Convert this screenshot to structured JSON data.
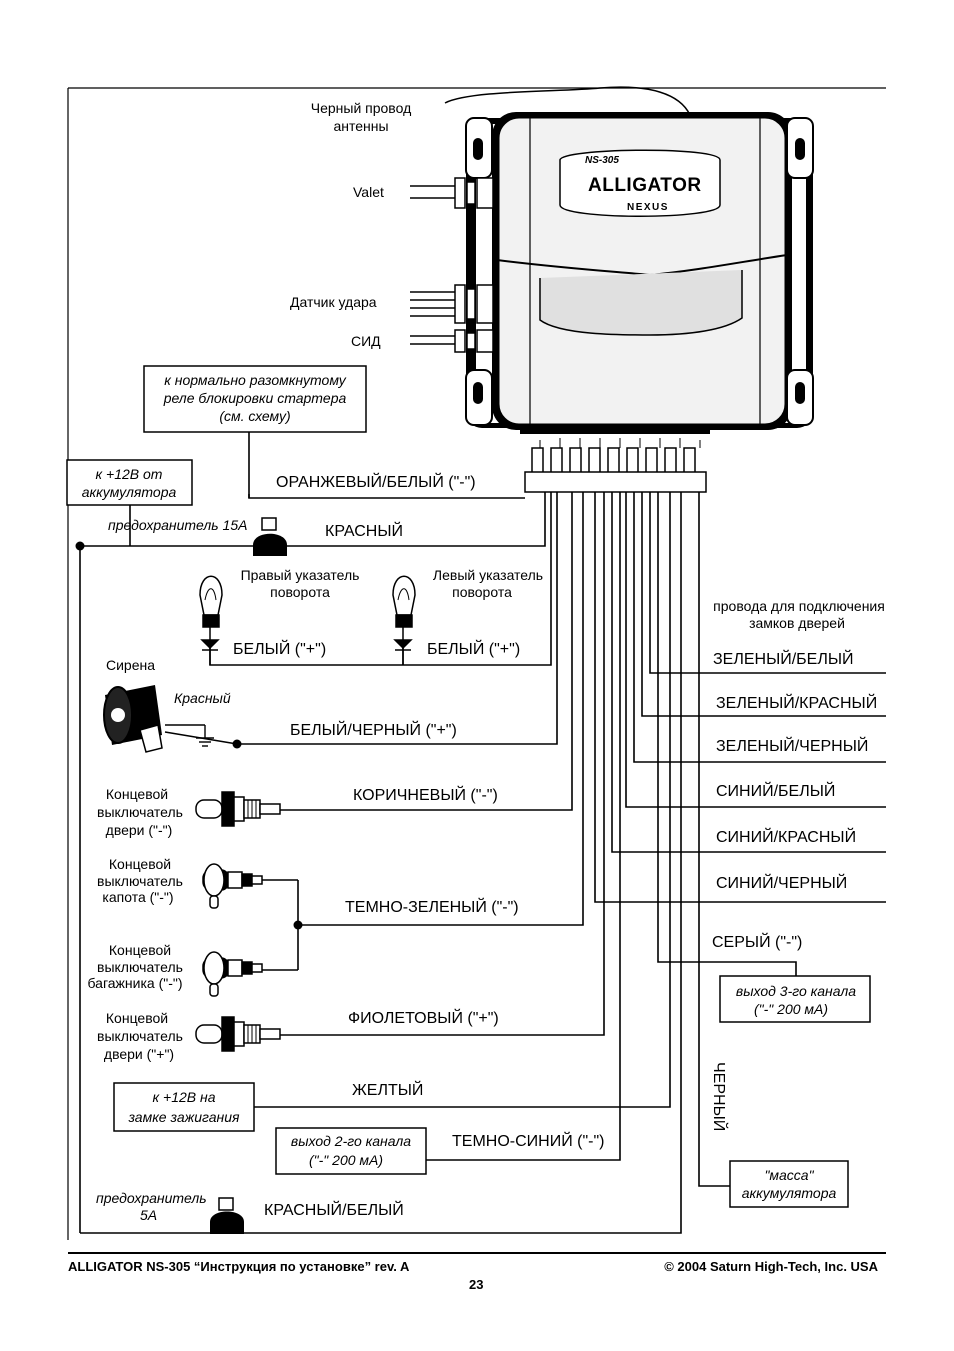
{
  "unit": {
    "antenna_label": [
      "Черный провод",
      "антенны"
    ],
    "logo_model": "NS-305",
    "logo_brand": "ALLIGATOR",
    "logo_sub": "NEXUS",
    "valet": "Valet",
    "shock_sensor": "Датчик удара",
    "led": "СИД"
  },
  "notes": {
    "starter_relay": [
      "к нормально разомкнутому",
      "реле блокировки стартера",
      "(см. схему)"
    ],
    "battery_12v": [
      "к +12В от",
      "аккумулятора"
    ],
    "fuse_15a": "предохранитель 15А",
    "right_turn": [
      "Правый указатель",
      "поворота"
    ],
    "left_turn": [
      "Левый указатель",
      "поворота"
    ],
    "siren": "Сирена",
    "siren_red": "Красный",
    "door_switch_minus": [
      "Концевой",
      "выключатель",
      "двери (\"-\")"
    ],
    "hood_switch": [
      "Концевой",
      "выключатель",
      "капота (\"-\")"
    ],
    "trunk_switch": [
      "Концевой",
      "выключатель",
      "багажника (\"-\")"
    ],
    "door_switch_plus": [
      "Концевой",
      "выключатель",
      "двери (\"+\")"
    ],
    "ignition_12v": [
      "к +12В на",
      "замке зажигания"
    ],
    "ch2_out": [
      "выход 2-го канала",
      "(\"-\" 200 мА)"
    ],
    "fuse_5a": [
      "предохранитель",
      "5А"
    ],
    "door_lock_wires": [
      "провода для подключения",
      "замков дверей"
    ],
    "ch3_out": [
      "выход 3-го канала",
      "(\"-\" 200 мА)"
    ],
    "ground": [
      "\"масса\"",
      "аккумулятора"
    ]
  },
  "wires": {
    "orange_white": "ОРАНЖЕВЫЙ/БЕЛЫЙ (\"-\")",
    "red": "КРАСНЫЙ",
    "white_right": "БЕЛЫЙ (\"+\")",
    "white_left": "БЕЛЫЙ (\"+\")",
    "white_black": "БЕЛЫЙ/ЧЕРНЫЙ (\"+\")",
    "brown": "КОРИЧНЕВЫЙ (\"-\")",
    "dark_green": "ТЕМНО-ЗЕЛЕНЫЙ (\"-\")",
    "violet": "ФИОЛЕТОВЫЙ (\"+\")",
    "yellow": "ЖЕЛТЫЙ",
    "dark_blue": "ТЕМНО-СИНИЙ (\"-\")",
    "red_white": "КРАСНЫЙ/БЕЛЫЙ",
    "green_white": "ЗЕЛЕНЫЙ/БЕЛЫЙ",
    "green_red": "ЗЕЛЕНЫЙ/КРАСНЫЙ",
    "green_black": "ЗЕЛЕНЫЙ/ЧЕРНЫЙ",
    "blue_white": "СИНИЙ/БЕЛЫЙ",
    "blue_red": "СИНИЙ/КРАСНЫЙ",
    "blue_black": "СИНИЙ/ЧЕРНЫЙ",
    "gray": "СЕРЫЙ (\"-\")",
    "black": "ЧЕРНЫЙ"
  },
  "footer": {
    "left": "ALLIGATOR NS-305 “Инструкция по установке” rev. A",
    "right": "© 2004 Saturn High-Tech, Inc. USA",
    "page": "23"
  }
}
